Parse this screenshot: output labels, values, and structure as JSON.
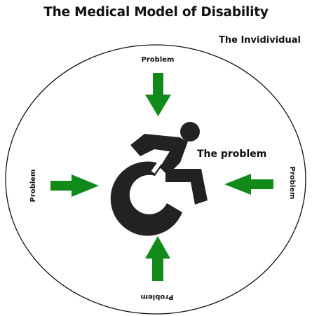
{
  "title": "The Medical Model of Disability",
  "individual_label": "The Invidividual",
  "center_label": "The problem",
  "problem_labels": {
    "top": "Problem",
    "bottom": "Problem",
    "left": "Problem",
    "right": "Problem"
  },
  "colors": {
    "arrow": "#118a1a",
    "icon": "#222222",
    "ellipse": "#111111"
  }
}
